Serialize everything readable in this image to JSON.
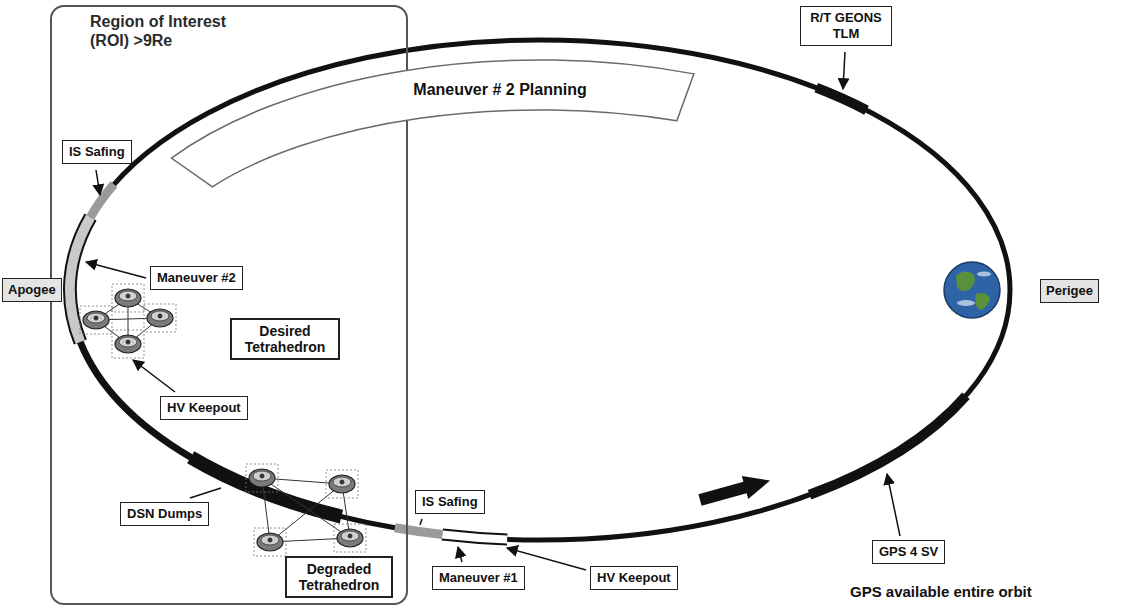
{
  "diagram": {
    "nodes": [
      {
        "text": [
          "Region of Interest (ROI) >9Re"
        ]
      },
      {
        "text": [
          "IS Safing"
        ],
        "in": 0
      },
      {
        "text": [
          "Maneuver #2"
        ],
        "in": 0
      },
      {
        "text": [
          "Desired Tetrahedron"
        ],
        "in": 0
      },
      {
        "text": [
          "HV Keepout"
        ],
        "in": 0
      },
      {
        "text": [
          "DSN Dumps"
        ],
        "in": 0
      },
      {
        "text": [
          "Degraded Tetrahedron"
        ],
        "in": 0
      },
      {
        "text": [
          "Apogee"
        ]
      },
      {
        "text": [
          "Maneuver # 2 Planning"
        ]
      },
      {
        "text": [
          "R/T GEONS TLM"
        ]
      },
      {
        "text": [
          "Perigee"
        ]
      },
      {
        "text": [
          "IS Safing"
        ]
      },
      {
        "text": [
          "Maneuver #1"
        ]
      },
      {
        "text": [
          "HV Keepout"
        ]
      },
      {
        "text": [
          "GPS 4 SV"
        ]
      }
    ],
    "labels": [
      "GPS available entire orbit"
    ]
  }
}
